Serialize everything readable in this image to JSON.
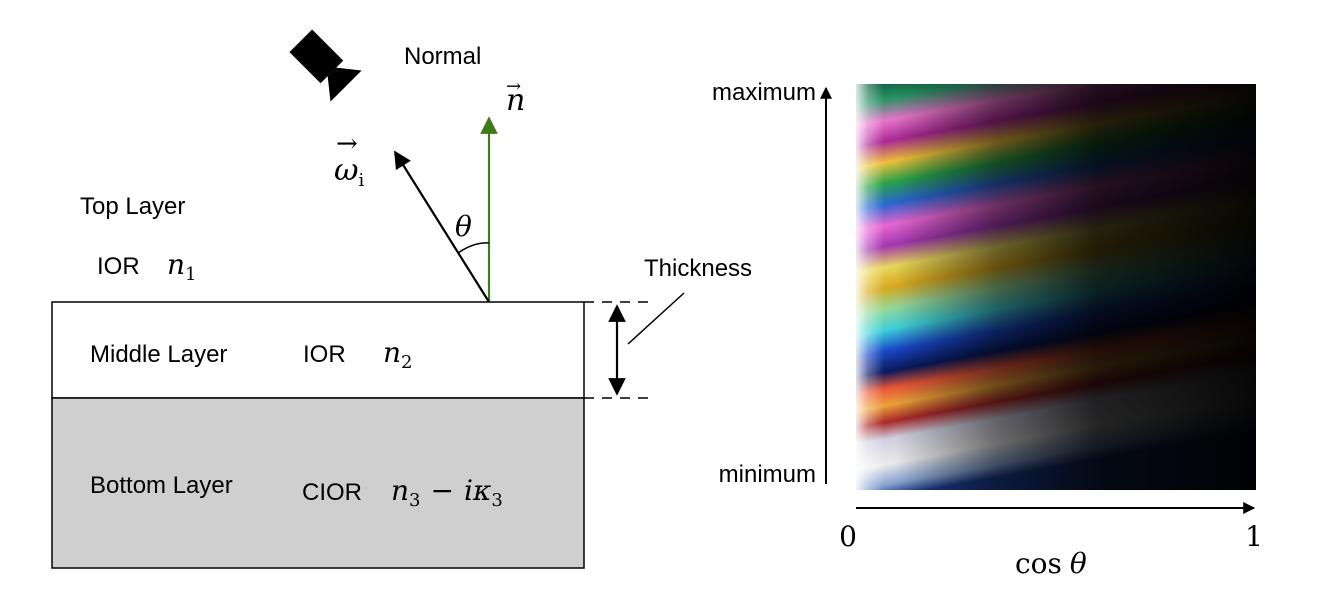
{
  "left_diagram": {
    "normal_label": "Normal",
    "normal_vector_symbol": "n",
    "incident_vector_symbol": "ω",
    "incident_vector_subscript": "i",
    "angle_symbol": "θ",
    "thickness_label": "Thickness",
    "top_layer": {
      "name": "Top Layer",
      "ior_prefix": "IOR",
      "ior_symbol": "n",
      "ior_subscript": "1"
    },
    "middle_layer": {
      "name": "Middle Layer",
      "ior_prefix": "IOR",
      "ior_symbol": "n",
      "ior_subscript": "2",
      "fill_color": "#ffffff"
    },
    "bottom_layer": {
      "name": "Bottom Layer",
      "cior_prefix": "CIOR",
      "cior_n_symbol": "n",
      "cior_n_subscript": "3",
      "cior_operator": "−",
      "cior_i_symbol": "i",
      "cior_kappa_symbol": "κ",
      "cior_kappa_subscript": "3",
      "fill_color": "#cfcfcf"
    },
    "normal_color": "#3f7a1a",
    "camera_icon": "camera-icon"
  },
  "right_plot": {
    "y_axis": {
      "max_label": "maximum",
      "min_label": "minimum"
    },
    "x_axis": {
      "min_label": "0",
      "max_label": "1",
      "label_prefix": "cos",
      "label_symbol": "θ"
    },
    "colormap_description_colors": [
      "#2a8a4a",
      "#f07ad0",
      "#f4c83a",
      "#2a7ad8",
      "#d23a2a",
      "#e8e8e8",
      "#000000"
    ]
  }
}
